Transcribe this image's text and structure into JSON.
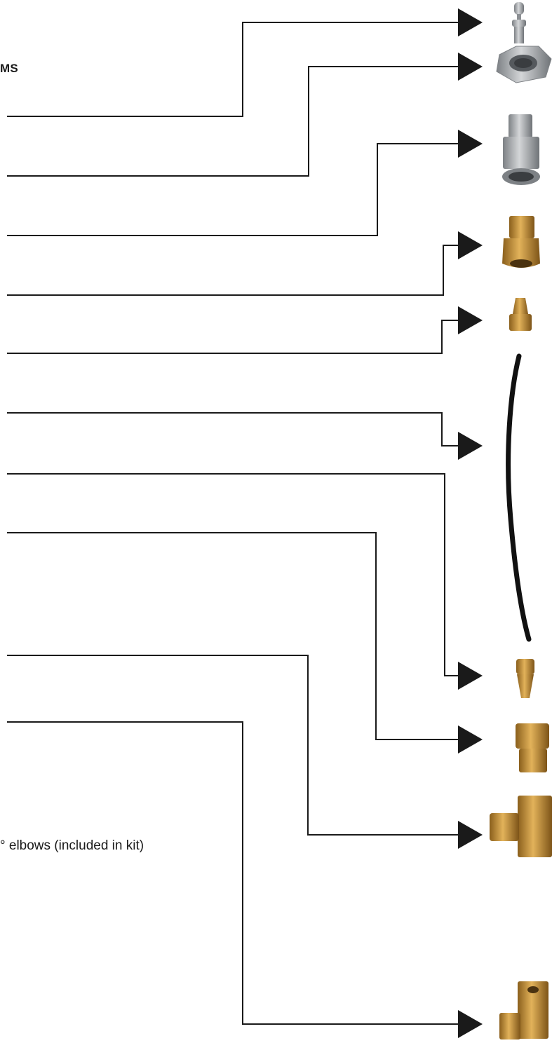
{
  "heading_fragment": "MS",
  "note_fragment": "° elbows (included in kit)",
  "colors": {
    "line": "#1a1a1a",
    "brass": "#c99a3e",
    "steel": "#a9acb0",
    "tubing": "#111111"
  },
  "parts": [
    {
      "name": "grease-fitting",
      "material": "steel"
    },
    {
      "name": "hex-nut",
      "material": "steel"
    },
    {
      "name": "steel-adapter",
      "material": "steel"
    },
    {
      "name": "brass-connector",
      "material": "brass"
    },
    {
      "name": "brass-flare-fitting",
      "material": "brass"
    },
    {
      "name": "black-tubing",
      "material": "tubing"
    },
    {
      "name": "small-brass-fitting",
      "material": "brass"
    },
    {
      "name": "brass-hex-connector",
      "material": "brass"
    },
    {
      "name": "brass-elbow-large",
      "material": "brass"
    },
    {
      "name": "brass-elbow-small",
      "material": "brass"
    }
  ]
}
